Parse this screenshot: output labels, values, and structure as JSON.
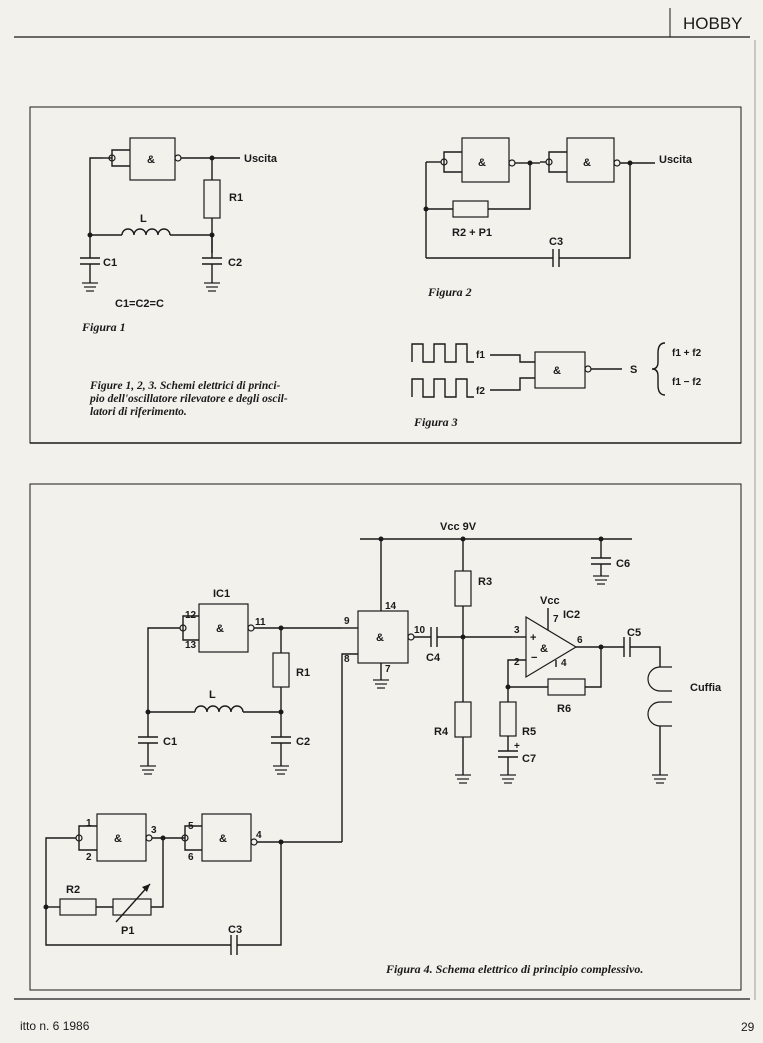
{
  "header": {
    "section": "HOBBY"
  },
  "footer": {
    "issue": "itto n. 6 1986",
    "page_number": "29"
  },
  "figure1": {
    "title": "Figura 1",
    "output_label": "Uscita",
    "r1": "R1",
    "inductor": "L",
    "c1": "C1",
    "c2": "C2",
    "equation": "C1=C2=C",
    "gate": "&"
  },
  "figure2": {
    "title": "Figura 2",
    "output_label": "Uscita",
    "resistor": "R2 + P1",
    "cap": "C3",
    "gate1": "&",
    "gate2": "&"
  },
  "figure3": {
    "title": "Figura 3",
    "in1": "f1",
    "in2": "f2",
    "gate": "&",
    "output": "S",
    "sum": "f1 + f2",
    "diff": "f1 − f2"
  },
  "caption_1_3": {
    "line1": "Figure 1, 2, 3. Schemi elettrici di princi-",
    "line2": "pio dell'oscillatore rilevatore e degli oscil-",
    "line3": "latori di riferimento."
  },
  "figure4": {
    "caption": "Figura 4. Schema elettrico di principio complessivo.",
    "vcc_rail": "Vcc 9V",
    "vcc": "Vcc",
    "ic1": "IC1",
    "ic2": "IC2",
    "gate": "&",
    "r1": "R1",
    "r2": "R2",
    "r3": "R3",
    "r4": "R4",
    "r5": "R5",
    "r6": "R6",
    "p1": "P1",
    "l": "L",
    "c1": "C1",
    "c2": "C2",
    "c3": "C3",
    "c4": "C4",
    "c5": "C5",
    "c6": "C6",
    "c7": "C7",
    "headphones": "Cuffia",
    "pins": {
      "p1": "1",
      "p2": "2",
      "p3": "3",
      "p4": "4",
      "p5": "5",
      "p6": "6",
      "p7": "7",
      "p8": "8",
      "p9": "9",
      "p10": "10",
      "p11": "11",
      "p12": "12",
      "p13": "13",
      "p14": "14",
      "op3": "3",
      "op2": "2",
      "op6": "6",
      "op7": "7",
      "op4": "4",
      "plus": "+",
      "minus": "−",
      "c7plus": "+"
    }
  }
}
